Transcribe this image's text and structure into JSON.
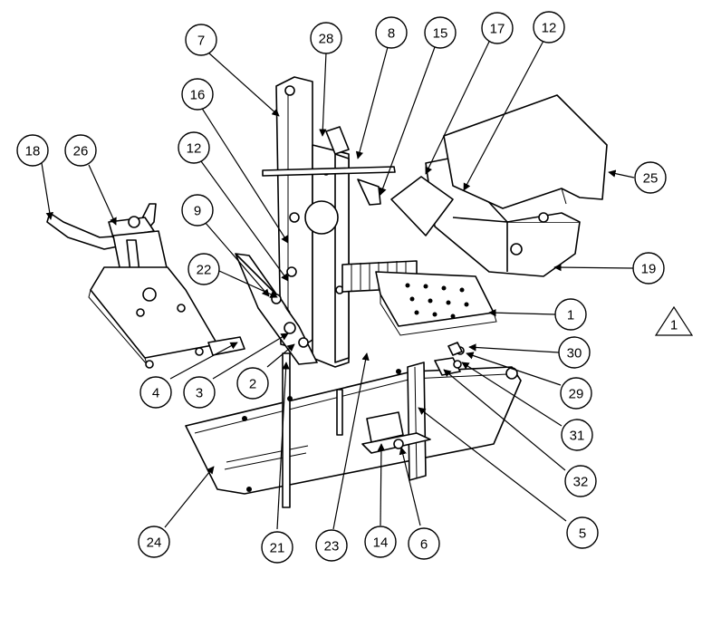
{
  "callouts": [
    {
      "label": "7"
    },
    {
      "label": "28"
    },
    {
      "label": "8"
    },
    {
      "label": "15"
    },
    {
      "label": "17"
    },
    {
      "label": "12"
    },
    {
      "label": "16"
    },
    {
      "label": "12"
    },
    {
      "label": "9"
    },
    {
      "label": "22"
    },
    {
      "label": "18"
    },
    {
      "label": "26"
    },
    {
      "label": "25"
    },
    {
      "label": "19"
    },
    {
      "label": "1"
    },
    {
      "label": "30"
    },
    {
      "label": "29"
    },
    {
      "label": "31"
    },
    {
      "label": "32"
    },
    {
      "label": "5"
    },
    {
      "label": "4"
    },
    {
      "label": "3"
    },
    {
      "label": "2"
    },
    {
      "label": "24"
    },
    {
      "label": "21"
    },
    {
      "label": "23"
    },
    {
      "label": "14"
    },
    {
      "label": "6"
    }
  ],
  "revision_marker": "1"
}
